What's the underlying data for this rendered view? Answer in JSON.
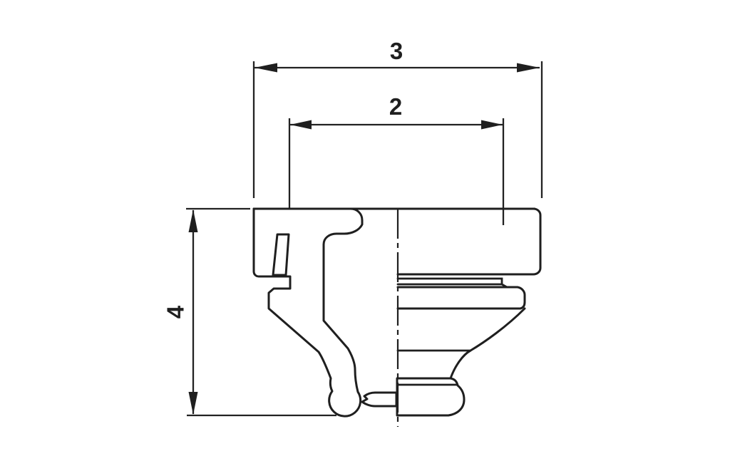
{
  "drawing": {
    "type": "technical-half-section-drawing",
    "background_color": "#ffffff",
    "line_color": "#1f1f1f",
    "hatch_color": "#1f1f1f",
    "dimensions": {
      "outer_width": {
        "label": "3"
      },
      "inner_width": {
        "label": "2"
      },
      "height": {
        "label": "4"
      }
    }
  }
}
